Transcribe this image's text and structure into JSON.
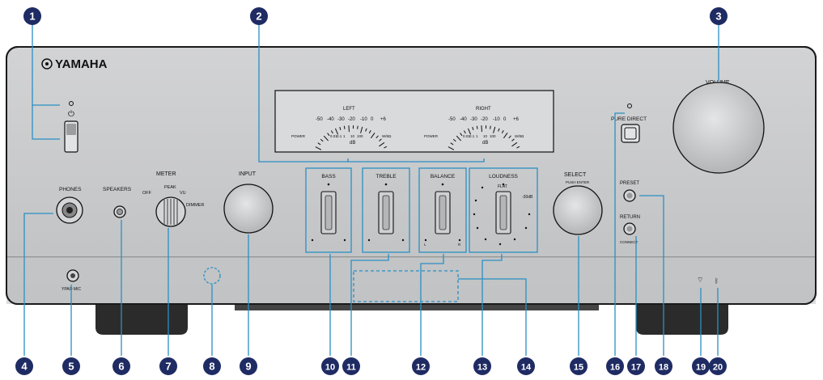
{
  "brand": "YAMAHA",
  "panel": {
    "phones": "PHONES",
    "speakers": "SPEAKERS",
    "meter": {
      "title": "METER",
      "off": "OFF",
      "peak": "PEAK",
      "vu": "VU",
      "dimmer": "DIMMER"
    },
    "input": "INPUT",
    "bass": "BASS",
    "treble": "TREBLE",
    "balance": "BALANCE",
    "balance_l": "L",
    "balance_r": "R",
    "loudness": "LOUDNESS",
    "flat": "FLAT",
    "minus30": "-30dB",
    "select": "SELECT",
    "push_enter": "PUSH ENTER",
    "pure_direct": "PURE DIRECT",
    "volume": "VOLUME",
    "preset": "PRESET",
    "return": "RETURN",
    "connect": "CONNECT",
    "ypao_mic": "YPAO MIC"
  },
  "meters": {
    "left": "LEFT",
    "right": "RIGHT",
    "scale_db": [
      "-50",
      "-40",
      "-30",
      "-20",
      "-10",
      "0",
      "+6"
    ],
    "scale_power": [
      "0.01",
      "0.1",
      "1",
      "10",
      "100"
    ],
    "power": "POWER",
    "unit_w": "W/8Ω",
    "db": "dB"
  },
  "callouts": [
    "1",
    "2",
    "3",
    "4",
    "5",
    "6",
    "7",
    "8",
    "9",
    "10",
    "11",
    "12",
    "13",
    "14",
    "15",
    "16",
    "17",
    "18",
    "19",
    "20"
  ],
  "colors": {
    "panel": "#c8c9cb",
    "panel_dark": "#a9aaac",
    "outline": "#222222",
    "callout": "#1f2b63",
    "leader": "#2a8fc4"
  }
}
